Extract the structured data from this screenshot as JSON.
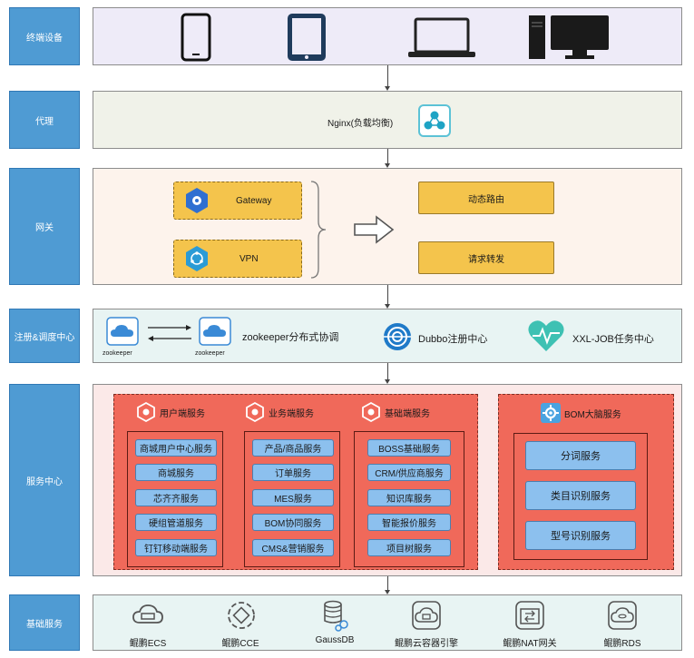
{
  "tiers": {
    "terminal": {
      "label": "终端设备"
    },
    "proxy": {
      "label": "代理",
      "nginx": "Nginx(负载均衡)"
    },
    "gateway": {
      "label": "网关",
      "gateway_name": "Gateway",
      "vpn_name": "VPN",
      "dynamic_route": "动态路由",
      "request_forward": "请求转发"
    },
    "registry": {
      "label": "注册&调度中心",
      "zk_left": "zookeeper",
      "zk_right": "zookeeper",
      "zk_text": "zookeeper分布式协调",
      "dubbo": "Dubbo注册中心",
      "xxljob": "XXL-JOB任务中心"
    },
    "service": {
      "label": "服务中心",
      "groups": [
        {
          "title": "用户端服务",
          "items": [
            "商城用户中心服务",
            "商城服务",
            "芯齐齐服务",
            "硬组管道服务",
            "钉钉移动端服务"
          ]
        },
        {
          "title": "业务端服务",
          "items": [
            "产品/商品服务",
            "订单服务",
            "MES服务",
            "BOM协同服务",
            "CMS&营销服务"
          ]
        },
        {
          "title": "基础端服务",
          "items": [
            "BOSS基础服务",
            "CRM/供应商服务",
            "知识库服务",
            "智能报价服务",
            "项目树服务"
          ]
        }
      ],
      "bom": {
        "title": "BOM大脑服务",
        "items": [
          "分词服务",
          "类目识别服务",
          "型号识别服务"
        ]
      }
    },
    "basic": {
      "label": "基础服务",
      "items": [
        "鲲鹏ECS",
        "鲲鹏CCE",
        "GaussDB",
        "鲲鹏云容器引擎",
        "鲲鹏NAT网关",
        "鲲鹏RDS"
      ]
    }
  },
  "colors": {
    "label_bg": "#4f9bd3",
    "terminal_bg": "#eeebf8",
    "proxy_bg": "#f0f2e9",
    "gateway_bg": "#fdf3ec",
    "registry_bg": "#e8f4f3",
    "service_bg": "#fbe9e8",
    "basic_bg": "#e8f4f3",
    "service_group": "#f0695a",
    "service_item": "#8cc0ee",
    "gateway_item": "#f4c44c"
  }
}
